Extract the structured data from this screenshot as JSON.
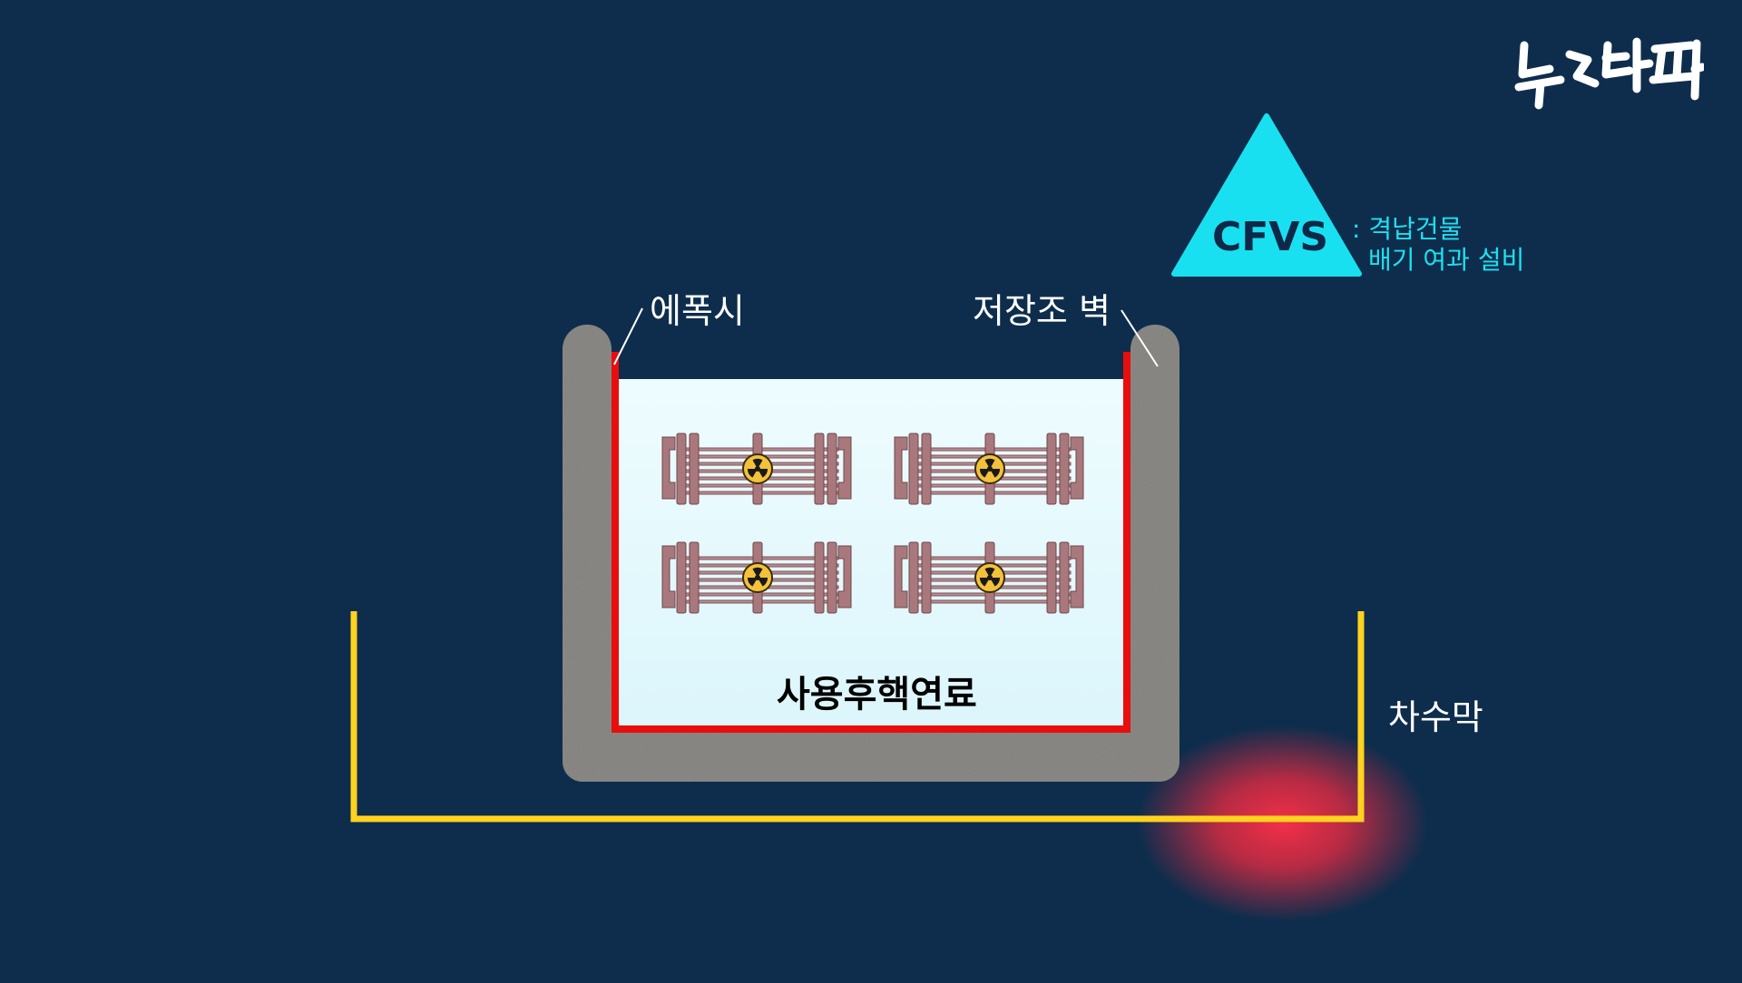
{
  "labels": {
    "epoxy": "에폭시",
    "pool_wall": "저장조 벽",
    "spent_fuel": "사용후핵연료",
    "cutoff_membrane": "차수막",
    "cfvs": "CFVS",
    "cfvs_desc_line1": ": 격납건물",
    "cfvs_desc_line2": "배기 여과 설비"
  },
  "logo_text": "뉴스타파",
  "fuel_assembly_icon": "radiation-trefoil-icon",
  "colors": {
    "background": "#0e2d4c",
    "epoxy_liner": "#e80e0e",
    "membrane": "#ffd21e",
    "cfvs": "#19e0f0",
    "leak_glow": "#ff2a40",
    "water": "#e4f9fd",
    "concrete": "#8f8d8a"
  }
}
